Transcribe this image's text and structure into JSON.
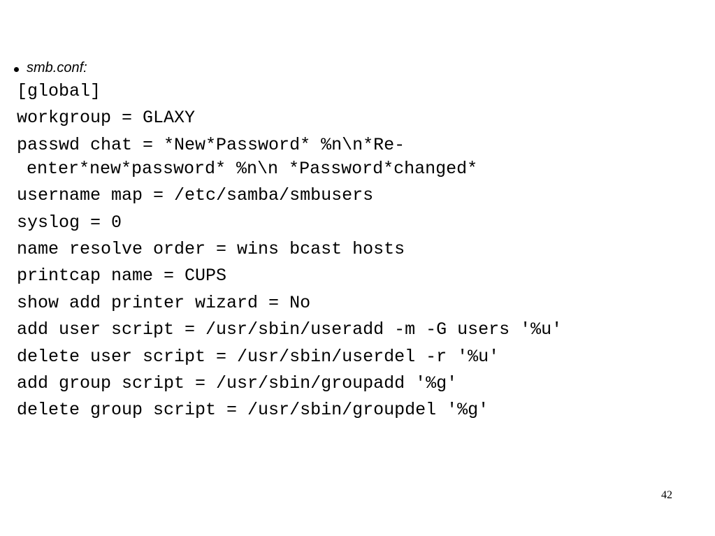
{
  "heading": {
    "label": "smb.conf:"
  },
  "code_lines": [
    [
      "[global]"
    ],
    [
      "workgroup = GLAXY"
    ],
    [
      "passwd chat = *New*Password* %n\\n*Re-",
      "enter*new*password* %n\\n *Password*changed*"
    ],
    [
      "username map = /etc/samba/smbusers"
    ],
    [
      "syslog = 0"
    ],
    [
      "name resolve order = wins bcast hosts"
    ],
    [
      "printcap name = CUPS"
    ],
    [
      "show add printer wizard = No"
    ],
    [
      "add user script = /usr/sbin/useradd -m -G users '%u'"
    ],
    [
      "delete user script = /usr/sbin/userdel -r '%u'"
    ],
    [
      "add group script = /usr/sbin/groupadd '%g'"
    ],
    [
      "delete group script = /usr/sbin/groupdel '%g'"
    ]
  ],
  "footer": {
    "page_number": "42"
  }
}
